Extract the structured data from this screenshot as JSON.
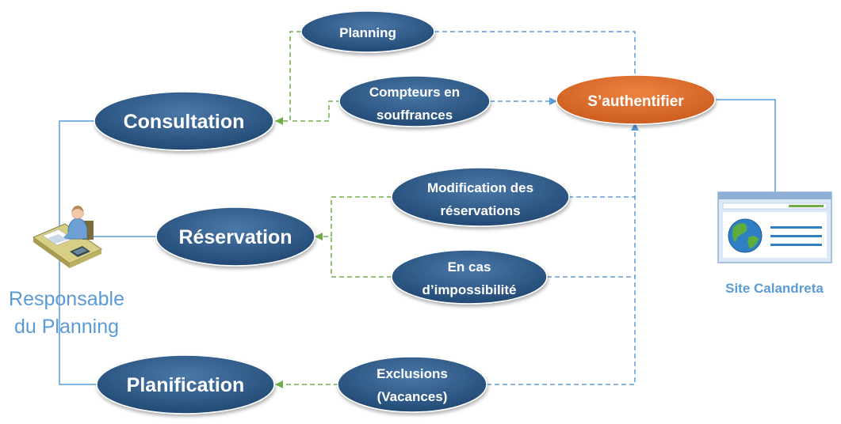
{
  "diagram": {
    "nodes": {
      "planning": "Planning",
      "compteurs": [
        "Compteurs en",
        "souffrances"
      ],
      "consultation": "Consultation",
      "authentifier": "S’authentifier",
      "modification": [
        "Modification des",
        "réservations"
      ],
      "reservation": "Réservation",
      "impossibilite": [
        "En cas",
        "d’impossibilité"
      ],
      "exclusions": [
        "Exclusions",
        "(Vacances)"
      ],
      "planification": "Planification"
    },
    "actor": {
      "icon": "office-worker-icon",
      "label": [
        "Responsable",
        "du Planning"
      ]
    },
    "system": {
      "icon": "website-browser-icon",
      "label": "Site Calandreta"
    },
    "colors": {
      "node_fill": "#2f5b8a",
      "auth_fill": "#d9692a",
      "include_arrow": "#70ad47",
      "auth_arrow": "#5b9bd5",
      "association_line": "#5b9bd5",
      "label_text": "#5b9bd5"
    }
  }
}
